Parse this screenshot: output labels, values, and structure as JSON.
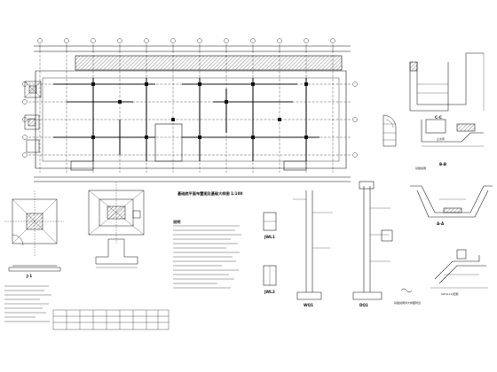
{
  "labels": {
    "plan_title": "基础底平面布置图及基础大样图 1:100",
    "section_cc": "C-C",
    "section_bb": "B-B",
    "section_aa": "A-A",
    "wall_jwl1": "JWL1",
    "wall_jwl2": "JWL2",
    "wall_wq1": "WQ1",
    "wall_dq1": "DQ1",
    "footing_j1": "J-1",
    "note_title": "说明",
    "note_tr": "基础说明",
    "right_caption": "基础说明详大样图附近",
    "waterstop_label": "止水带",
    "bottom_right_note": "SZ1(LL1)配筋"
  },
  "colors": {
    "ink": "#111111",
    "hatch": "#333333",
    "paper": "#ffffff"
  }
}
